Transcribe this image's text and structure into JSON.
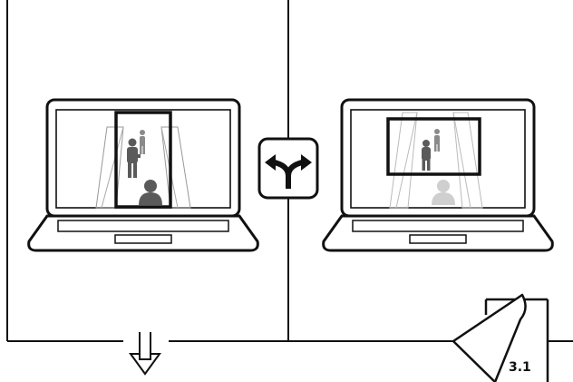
{
  "page": {
    "number": "3.1"
  },
  "panels": [
    {
      "id": "left",
      "laptop": {
        "screen_content": "corridor-with-people",
        "frame_orientation": "portrait",
        "highlight": "tall-narrow-crop"
      }
    },
    {
      "id": "right",
      "laptop": {
        "screen_content": "corridor-with-people",
        "frame_orientation": "landscape",
        "highlight": "wide-crop"
      }
    }
  ],
  "icons": {
    "center": "split-arrows-icon",
    "bottom": "double-down-arrow-icon",
    "corner": "page-curl-icon"
  },
  "colors": {
    "stroke": "#111111",
    "person_dark": "#5a5a5a",
    "person_light": "#cfcfcf",
    "background": "#ffffff"
  }
}
